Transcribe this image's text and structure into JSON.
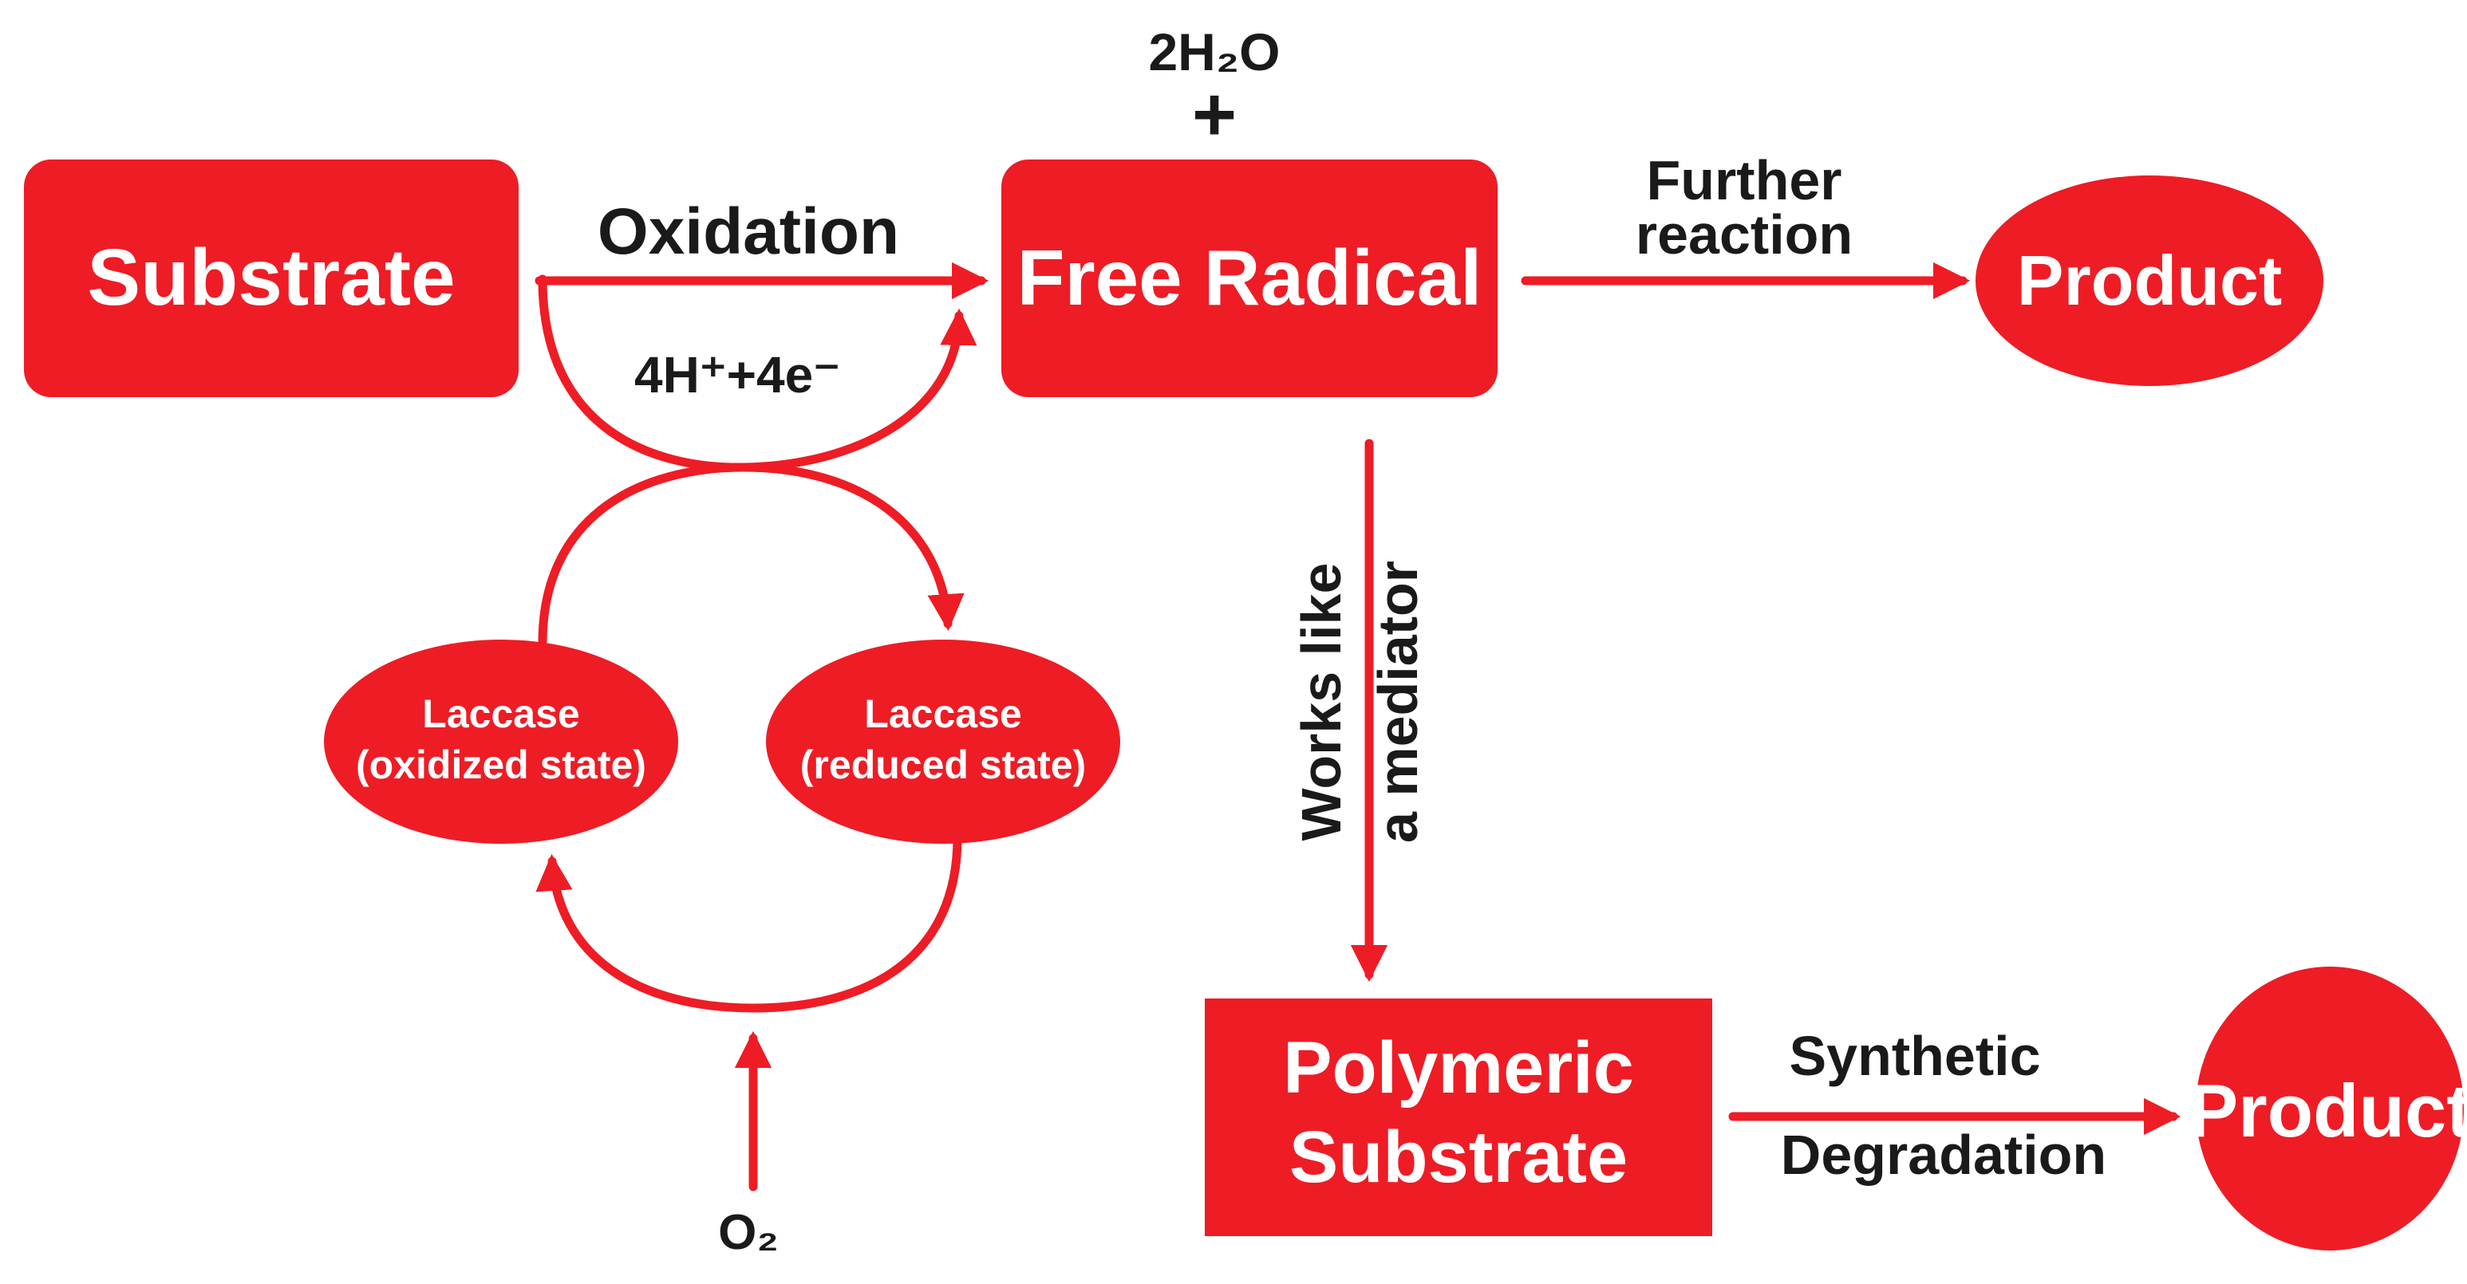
{
  "colors": {
    "accent": "#ee1c25",
    "box_text": "#ffffff",
    "label_text": "#1a1a1a",
    "background": "#ffffff"
  },
  "nodes": {
    "substrate": "Substrate",
    "free_radical": "Free Radical",
    "product_top": "Product",
    "laccase_oxidized_line1": "Laccase",
    "laccase_oxidized_line2": "(oxidized state)",
    "laccase_reduced_line1": "Laccase",
    "laccase_reduced_line2": "(reduced state)",
    "polymeric_line1": "Polymeric",
    "polymeric_line2": "Substrate",
    "product_bottom": "Product"
  },
  "labels": {
    "water": "2H₂O",
    "plus": "+",
    "oxidation": "Oxidation",
    "protons_electrons": "4H⁺+4e⁻",
    "further_line1": "Further",
    "further_line2": "reaction",
    "mediator_line1": "Works like",
    "mediator_line2": "a mediator",
    "synthetic": "Synthetic",
    "degradation": "Degradation",
    "oxygen": "O₂"
  }
}
